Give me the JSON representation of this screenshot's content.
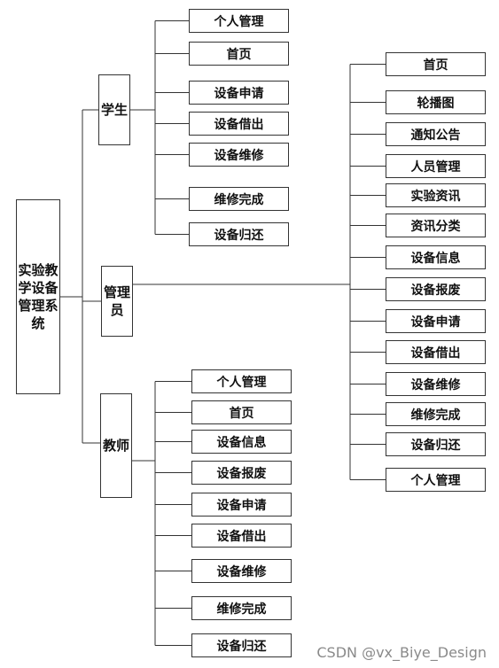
{
  "root": {
    "label": "实验教学设备管理系统"
  },
  "roles": [
    {
      "label": "学生",
      "items": [
        "个人管理",
        "首页",
        "设备申请",
        "设备借出",
        "设备维修",
        "维修完成",
        "设备归还"
      ]
    },
    {
      "label": "管理员",
      "items": [
        "首页",
        "轮播图",
        "通知公告",
        "人员管理",
        "实验资讯",
        "资讯分类",
        "设备信息",
        "设备报废",
        "设备申请",
        "设备借出",
        "设备维修",
        "维修完成",
        "设备归还",
        "个人管理"
      ]
    },
    {
      "label": "教师",
      "items": [
        "个人管理",
        "首页",
        "设备信息",
        "设备报废",
        "设备申请",
        "设备借出",
        "设备维修",
        "维修完成",
        "设备归还"
      ]
    }
  ],
  "watermark": "CSDN @vx_Biye_Design"
}
